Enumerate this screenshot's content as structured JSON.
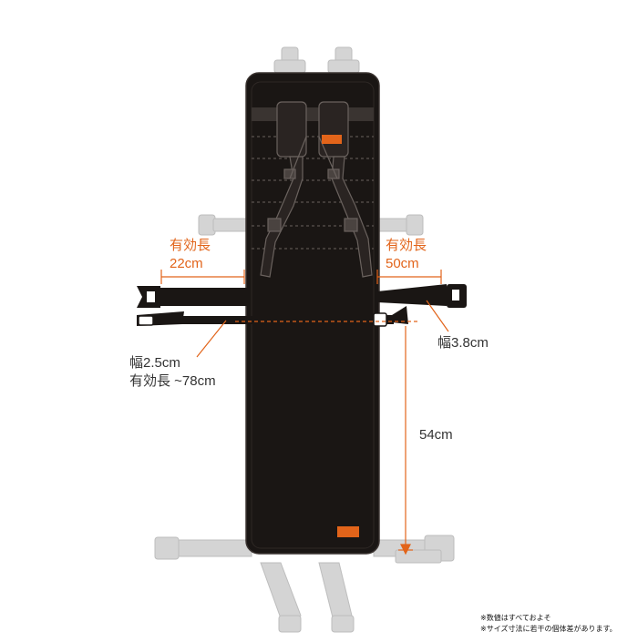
{
  "colors": {
    "panel": "#1a1614",
    "grey_part": "#d4d4d4",
    "accent": "#e2641a",
    "text": "#333333"
  },
  "labels": {
    "left_length_title": "有効長",
    "left_length_value": "22cm",
    "right_length_title": "有効長",
    "right_length_value": "50cm",
    "belt_width": "幅3.8cm",
    "strap_width": "幅2.5cm",
    "strap_length": "有効長 ~78cm",
    "panel_height": "54cm"
  },
  "notes": {
    "line1": "※数値はすべておよそ",
    "line2": "※サイズ寸法に若干の個体差があります。"
  },
  "icons": {
    "top_buckle": "buckle-icon",
    "logo_tag": "brand-tag-icon"
  }
}
